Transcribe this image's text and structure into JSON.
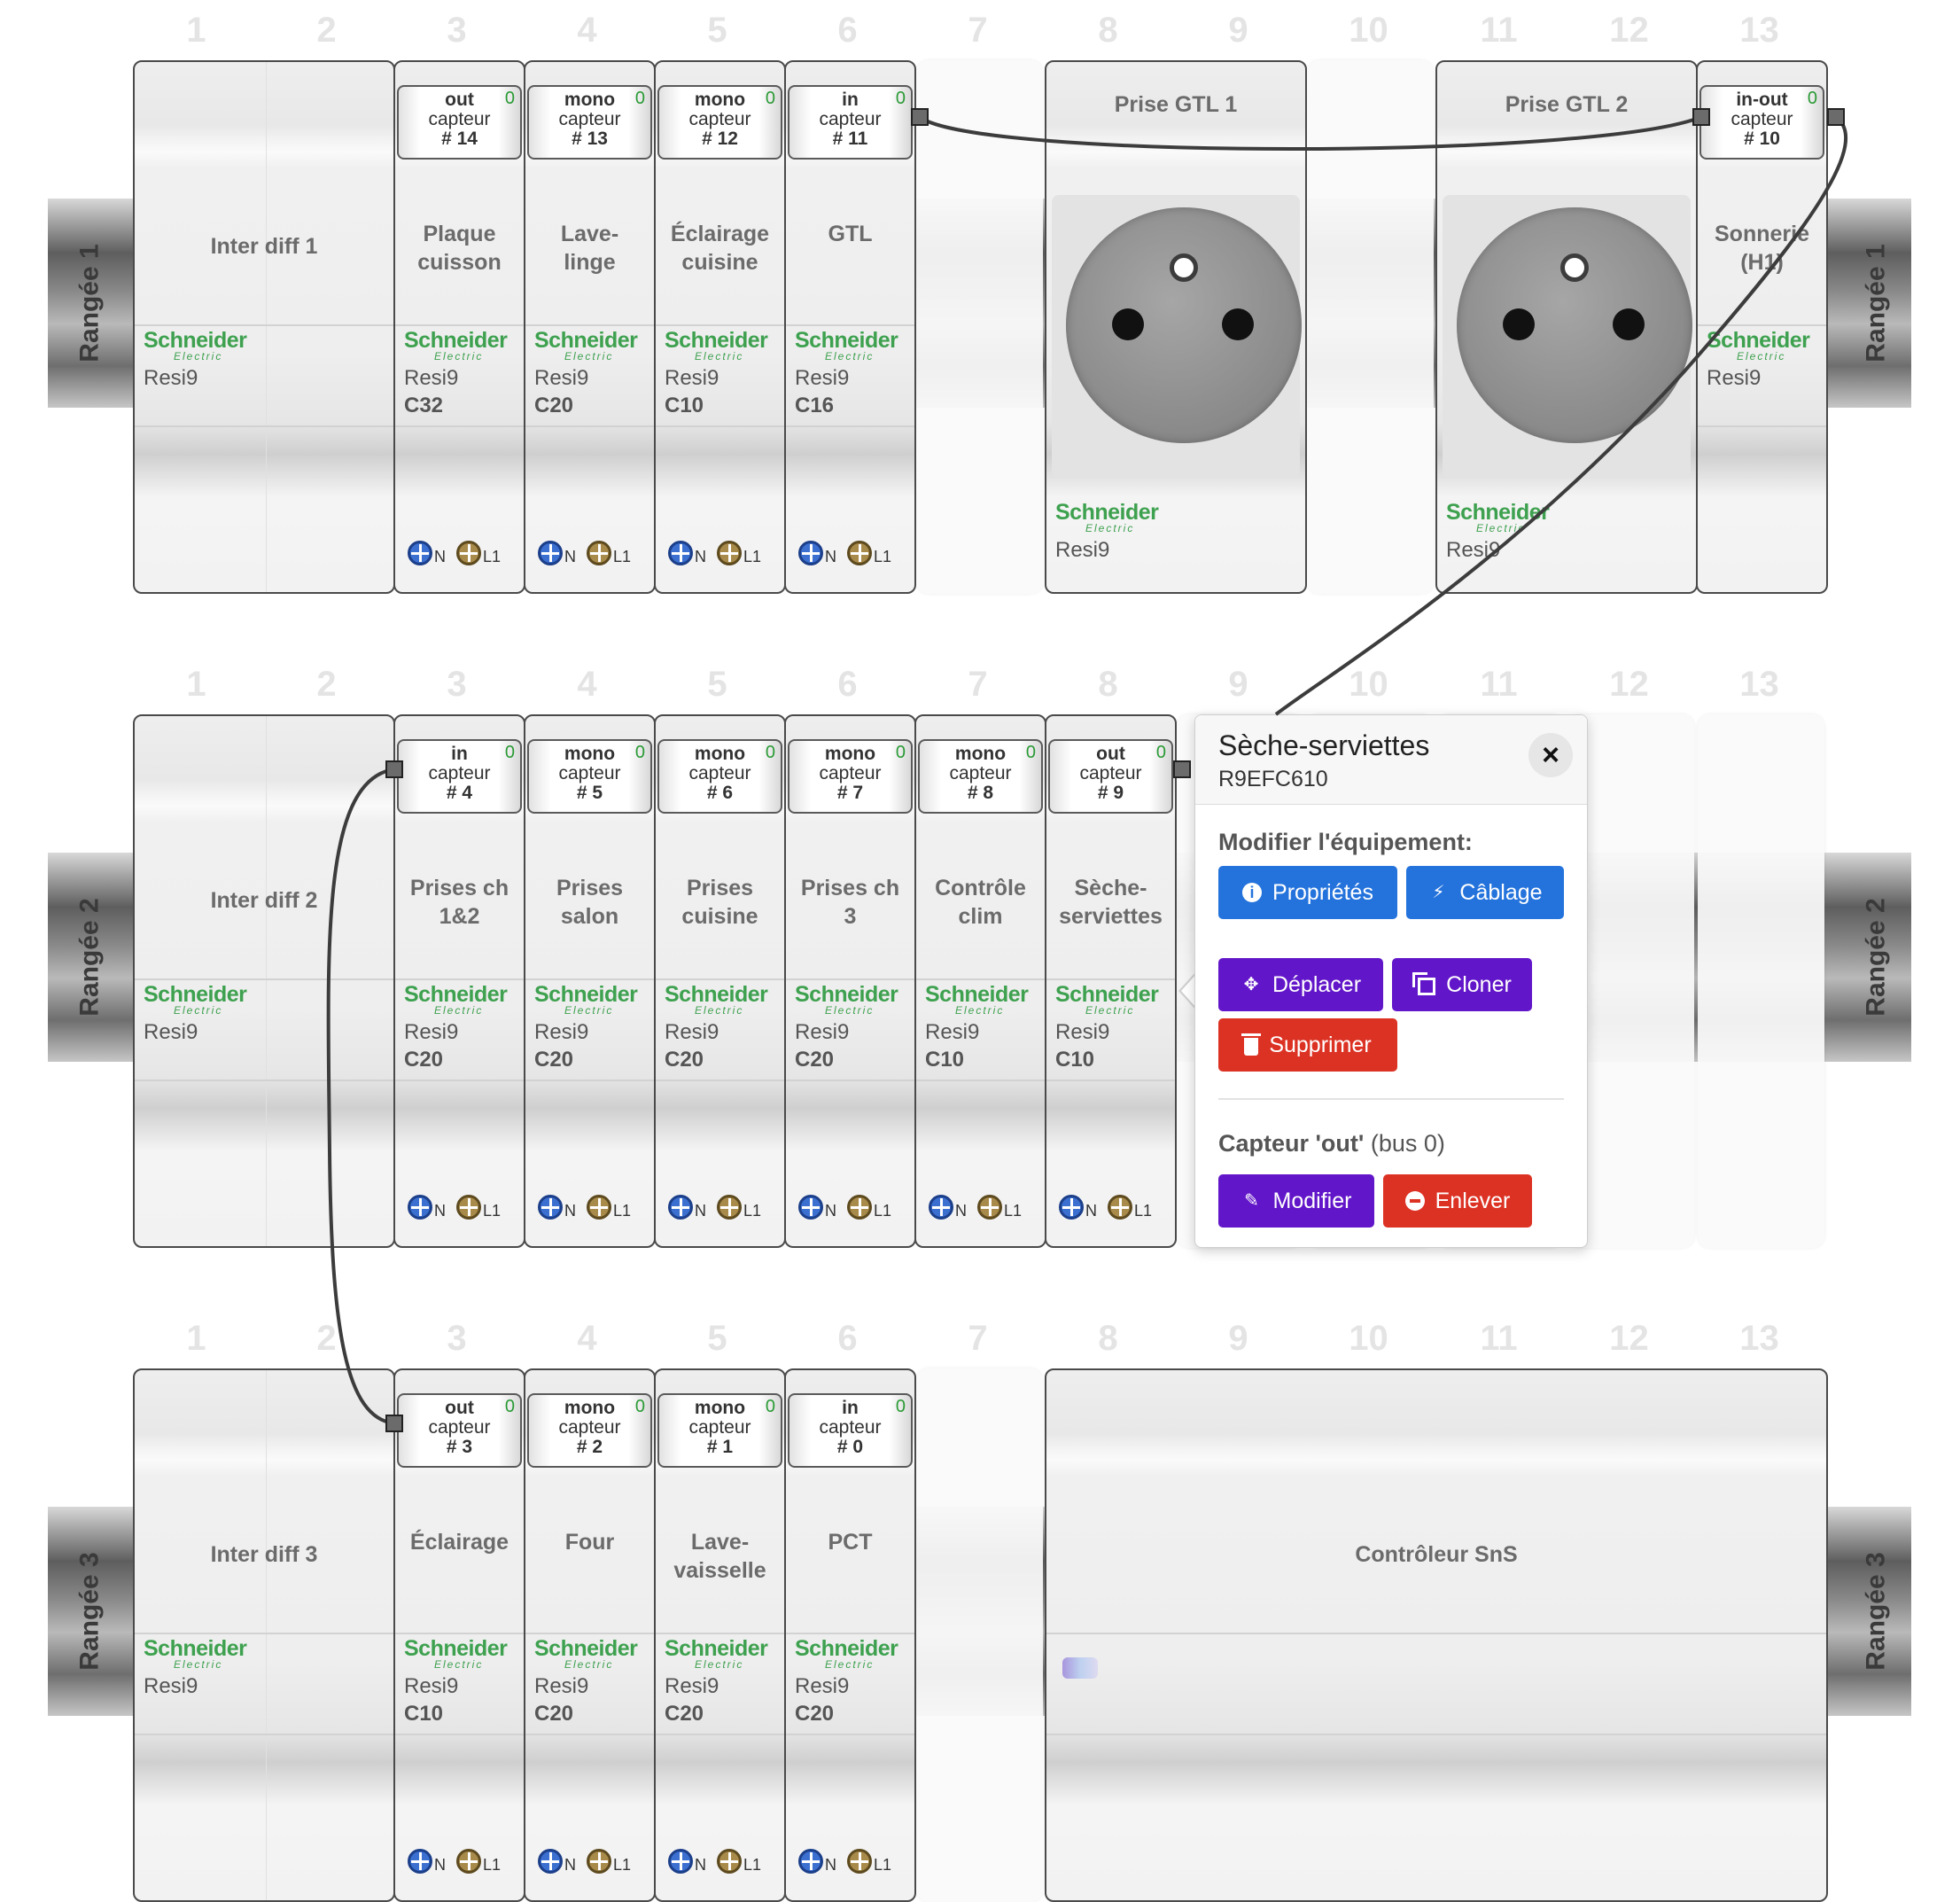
{
  "column_numbers": [
    "1",
    "2",
    "3",
    "4",
    "5",
    "6",
    "7",
    "8",
    "9",
    "10",
    "11",
    "12",
    "13"
  ],
  "colors": {
    "schneider_green": "#3ea14f",
    "button_blue": "#2473dc",
    "button_purple": "#6216c9",
    "button_red": "#dc3224",
    "neutral_terminal": "#3b6fd0",
    "live_terminal": "#a88a4a",
    "bus_indicator": "#2a9a35"
  },
  "terminal_labels": {
    "neutral": "N",
    "live": "L1"
  },
  "sensor_word": "capteur",
  "rows": [
    {
      "label": "Rangée 1",
      "modules": [
        {
          "kind": "breaker",
          "name": "Inter diff 1",
          "brand": "Schneider",
          "brand_sub": "Electric",
          "range": "Resi9",
          "rating": "",
          "start": 1,
          "width": 2,
          "terminals": false
        },
        {
          "kind": "breaker",
          "name": "Plaque\ncuisson",
          "brand": "Schneider",
          "brand_sub": "Electric",
          "range": "Resi9",
          "rating": "C32",
          "start": 3,
          "width": 1,
          "terminals": true,
          "sensor": {
            "kind": "out",
            "number": "# 14",
            "bus": "0"
          }
        },
        {
          "kind": "breaker",
          "name": "Lave-\nlinge",
          "brand": "Schneider",
          "brand_sub": "Electric",
          "range": "Resi9",
          "rating": "C20",
          "start": 4,
          "width": 1,
          "terminals": true,
          "sensor": {
            "kind": "mono",
            "number": "# 13",
            "bus": "0"
          }
        },
        {
          "kind": "breaker",
          "name": "Éclairage\ncuisine",
          "brand": "Schneider",
          "brand_sub": "Electric",
          "range": "Resi9",
          "rating": "C10",
          "start": 5,
          "width": 1,
          "terminals": true,
          "sensor": {
            "kind": "mono",
            "number": "# 12",
            "bus": "0"
          }
        },
        {
          "kind": "breaker",
          "name": "GTL",
          "brand": "Schneider",
          "brand_sub": "Electric",
          "range": "Resi9",
          "rating": "C16",
          "start": 6,
          "width": 1,
          "terminals": true,
          "sensor": {
            "kind": "in",
            "number": "# 11",
            "bus": "0"
          }
        },
        {
          "kind": "socket",
          "name": "Prise GTL 1",
          "brand": "Schneider",
          "brand_sub": "Electric",
          "range": "Resi9",
          "start": 8,
          "width": 2
        },
        {
          "kind": "socket",
          "name": "Prise GTL 2",
          "brand": "Schneider",
          "brand_sub": "Electric",
          "range": "Resi9",
          "start": 11,
          "width": 2
        },
        {
          "kind": "breaker",
          "name": "Sonnerie\n(H1)",
          "brand": "Schneider",
          "brand_sub": "Electric",
          "range": "Resi9",
          "rating": "",
          "start": 13,
          "width": 1,
          "terminals": false,
          "sensor": {
            "kind": "in-out",
            "number": "# 10",
            "bus": "0"
          }
        }
      ],
      "empty_slots": [
        7,
        10
      ]
    },
    {
      "label": "Rangée 2",
      "modules": [
        {
          "kind": "breaker",
          "name": "Inter diff 2",
          "brand": "Schneider",
          "brand_sub": "Electric",
          "range": "Resi9",
          "rating": "",
          "start": 1,
          "width": 2,
          "terminals": false
        },
        {
          "kind": "breaker",
          "name": "Prises ch\n1&2",
          "brand": "Schneider",
          "brand_sub": "Electric",
          "range": "Resi9",
          "rating": "C20",
          "start": 3,
          "width": 1,
          "terminals": true,
          "sensor": {
            "kind": "in",
            "number": "# 4",
            "bus": "0"
          }
        },
        {
          "kind": "breaker",
          "name": "Prises\nsalon",
          "brand": "Schneider",
          "brand_sub": "Electric",
          "range": "Resi9",
          "rating": "C20",
          "start": 4,
          "width": 1,
          "terminals": true,
          "sensor": {
            "kind": "mono",
            "number": "# 5",
            "bus": "0"
          }
        },
        {
          "kind": "breaker",
          "name": "Prises\ncuisine",
          "brand": "Schneider",
          "brand_sub": "Electric",
          "range": "Resi9",
          "rating": "C20",
          "start": 5,
          "width": 1,
          "terminals": true,
          "sensor": {
            "kind": "mono",
            "number": "# 6",
            "bus": "0"
          }
        },
        {
          "kind": "breaker",
          "name": "Prises ch\n3",
          "brand": "Schneider",
          "brand_sub": "Electric",
          "range": "Resi9",
          "rating": "C20",
          "start": 6,
          "width": 1,
          "terminals": true,
          "sensor": {
            "kind": "mono",
            "number": "# 7",
            "bus": "0"
          }
        },
        {
          "kind": "breaker",
          "name": "Contrôle\nclim",
          "brand": "Schneider",
          "brand_sub": "Electric",
          "range": "Resi9",
          "rating": "C10",
          "start": 7,
          "width": 1,
          "terminals": true,
          "sensor": {
            "kind": "mono",
            "number": "# 8",
            "bus": "0"
          }
        },
        {
          "kind": "breaker",
          "name": "Sèche-\nserviettes",
          "brand": "Schneider",
          "brand_sub": "Electric",
          "range": "Resi9",
          "rating": "C10",
          "start": 8,
          "width": 1,
          "terminals": true,
          "sensor": {
            "kind": "out",
            "number": "# 9",
            "bus": "0"
          }
        }
      ],
      "empty_slots": [
        9,
        10,
        11,
        12,
        13
      ]
    },
    {
      "label": "Rangée 3",
      "modules": [
        {
          "kind": "breaker",
          "name": "Inter diff 3",
          "brand": "Schneider",
          "brand_sub": "Electric",
          "range": "Resi9",
          "rating": "",
          "start": 1,
          "width": 2,
          "terminals": false
        },
        {
          "kind": "breaker",
          "name": "Éclairage",
          "brand": "Schneider",
          "brand_sub": "Electric",
          "range": "Resi9",
          "rating": "C10",
          "start": 3,
          "width": 1,
          "terminals": true,
          "sensor": {
            "kind": "out",
            "number": "# 3",
            "bus": "0"
          }
        },
        {
          "kind": "breaker",
          "name": "Four",
          "brand": "Schneider",
          "brand_sub": "Electric",
          "range": "Resi9",
          "rating": "C20",
          "start": 4,
          "width": 1,
          "terminals": true,
          "sensor": {
            "kind": "mono",
            "number": "# 2",
            "bus": "0"
          }
        },
        {
          "kind": "breaker",
          "name": "Lave-\nvaisselle",
          "brand": "Schneider",
          "brand_sub": "Electric",
          "range": "Resi9",
          "rating": "C20",
          "start": 5,
          "width": 1,
          "terminals": true,
          "sensor": {
            "kind": "mono",
            "number": "# 1",
            "bus": "0"
          }
        },
        {
          "kind": "breaker",
          "name": "PCT",
          "brand": "Schneider",
          "brand_sub": "Electric",
          "range": "Resi9",
          "rating": "C20",
          "start": 6,
          "width": 1,
          "terminals": true,
          "sensor": {
            "kind": "in",
            "number": "# 0",
            "bus": "0"
          }
        },
        {
          "kind": "controller",
          "name": "Contrôleur SnS",
          "start": 8,
          "width": 6
        }
      ],
      "empty_slots": [
        7
      ]
    }
  ],
  "popover": {
    "title": "Sèche-serviettes",
    "subtitle": "R9EFC610",
    "close_icon": "×",
    "edit_heading": "Modifier l'équipement:",
    "buttons": {
      "properties": "Propriétés",
      "wiring": "Câblage",
      "move": "Déplacer",
      "clone": "Cloner",
      "delete": "Supprimer",
      "edit": "Modifier",
      "remove": "Enlever"
    },
    "sensor_heading": "Capteur 'out'",
    "sensor_bus": "(bus 0)"
  }
}
